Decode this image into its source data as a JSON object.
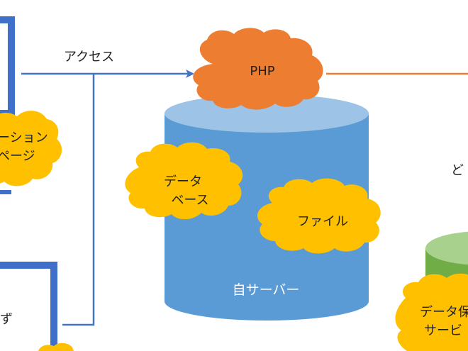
{
  "labels": {
    "access": "アクセス",
    "php": "PHP",
    "app_cloud_line1": "ーション",
    "app_cloud_line2": "ページ",
    "database_line1": "データ",
    "database_line2": "ベース",
    "file": "ファイル",
    "own_server": "自サーバー",
    "right_partial": "ど",
    "storage_line1": "データ保",
    "storage_line2": "サービ",
    "left_bottom_partial": "ず"
  },
  "colors": {
    "blue_frame": "#3f6fc8",
    "arrow_blue": "#4472c4",
    "arrow_orange": "#ed7d31",
    "php_cloud": "#ed7d31",
    "yellow_cloud": "#ffc000",
    "cylinder_blue": "#5b9bd5",
    "cylinder_top": "#9dc3e6",
    "cylinder_green": "#70ad47",
    "cylinder_green_top": "#a9d18e"
  }
}
